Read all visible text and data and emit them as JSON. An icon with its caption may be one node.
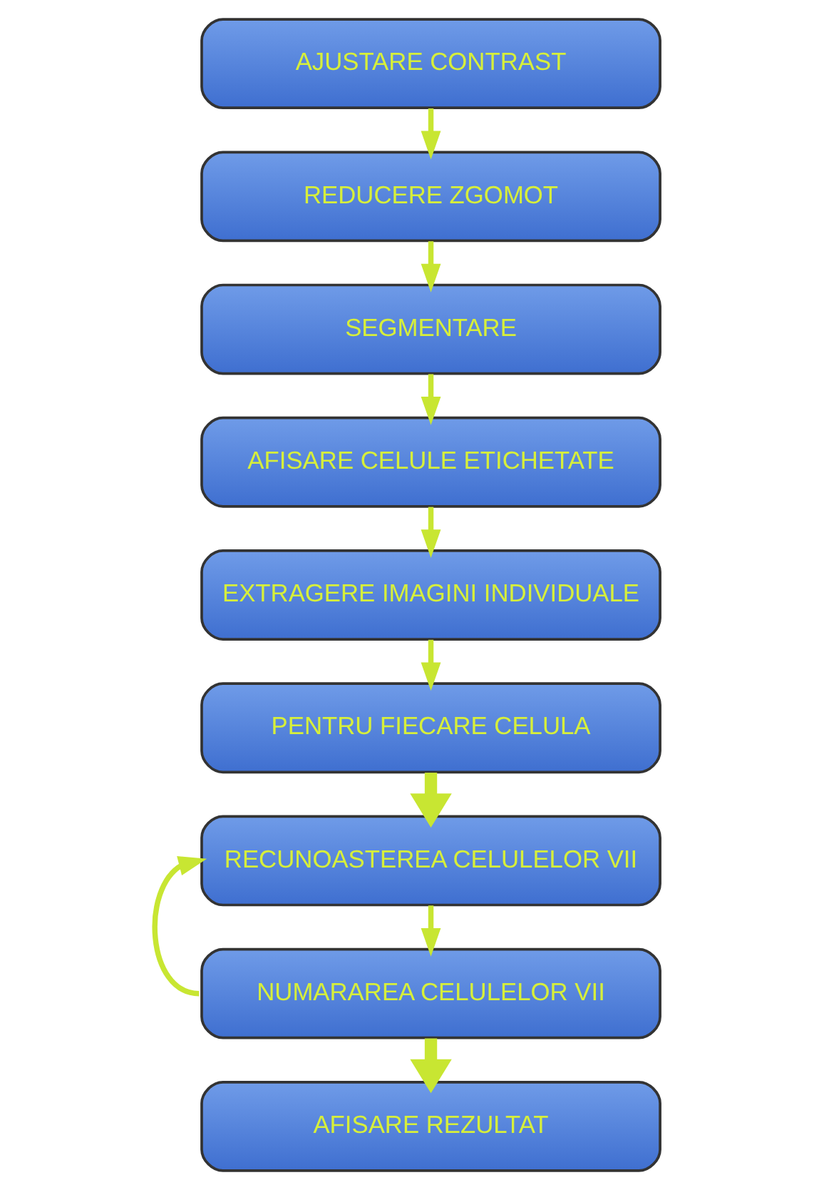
{
  "diagram": {
    "nodes": [
      {
        "text": [
          "AJUSTARE CONTRAST"
        ]
      },
      {
        "text": [
          "REDUCERE ZGOMOT"
        ]
      },
      {
        "text": [
          "SEGMENTARE"
        ]
      },
      {
        "text": [
          "AFISARE CELULE ETICHETATE"
        ]
      },
      {
        "text": [
          "EXTRAGERE IMAGINI INDIVIDUALE"
        ]
      },
      {
        "text": [
          "PENTRU FIECARE CELULA"
        ]
      },
      {
        "text": [
          "RECUNOASTEREA CELULELOR VII"
        ]
      },
      {
        "text": [
          "NUMARAREA CELULELOR VII"
        ]
      },
      {
        "text": [
          "AFISARE REZULTAT"
        ]
      }
    ],
    "edges": [
      {
        "from": 0,
        "to": 1,
        "arrow": "to"
      },
      {
        "from": 1,
        "to": 2,
        "arrow": "to"
      },
      {
        "from": 2,
        "to": 3,
        "arrow": "to"
      },
      {
        "from": 3,
        "to": 4,
        "arrow": "to"
      },
      {
        "from": 4,
        "to": 5,
        "arrow": "to"
      },
      {
        "from": 5,
        "to": 6,
        "arrow": "to",
        "style": "thick"
      },
      {
        "from": 6,
        "to": 7,
        "arrow": "to"
      },
      {
        "from": 7,
        "to": 8,
        "arrow": "to",
        "style": "thick"
      },
      {
        "from": 7,
        "to": 6,
        "arrow": "to"
      }
    ]
  }
}
